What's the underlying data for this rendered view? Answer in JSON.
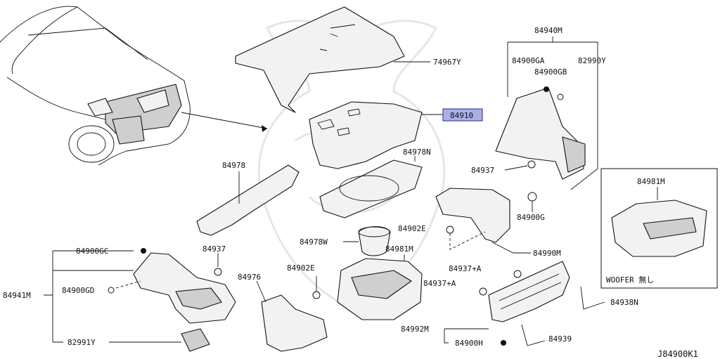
{
  "callouts": {
    "c74967y": "74967Y",
    "c84910": "84910",
    "c84940m": "84940M",
    "c84900ga": "84900GA",
    "c82990y": "82990Y",
    "c84900gb": "84900GB",
    "c84978n": "84978N",
    "c84978": "84978",
    "c84937a": "84937",
    "c84900g": "84900G",
    "c84902e_a": "84902E",
    "c84978w": "84978W",
    "c84981m_a": "84981M",
    "c84990m": "84990M",
    "c84900gc": "84900GC",
    "c84937b": "84937",
    "c84941m": "84941M",
    "c84900gd": "84900GD",
    "c82991y": "82991Y",
    "c84976": "84976",
    "c84902e_b": "84902E",
    "c84937pa1": "84937+A",
    "c84937pa2": "84937+A",
    "c84938n": "84938N",
    "c84992m": "84992M",
    "c84900h": "84900H",
    "c84939": "84939",
    "c84981m_inset": "84981M",
    "woofer_note": "WOOFER 無し",
    "diagram_code": "J84900K1"
  },
  "colors": {
    "highlight": "#a9b0e8",
    "line": "#111111",
    "watermark": "#e6e6e6"
  }
}
